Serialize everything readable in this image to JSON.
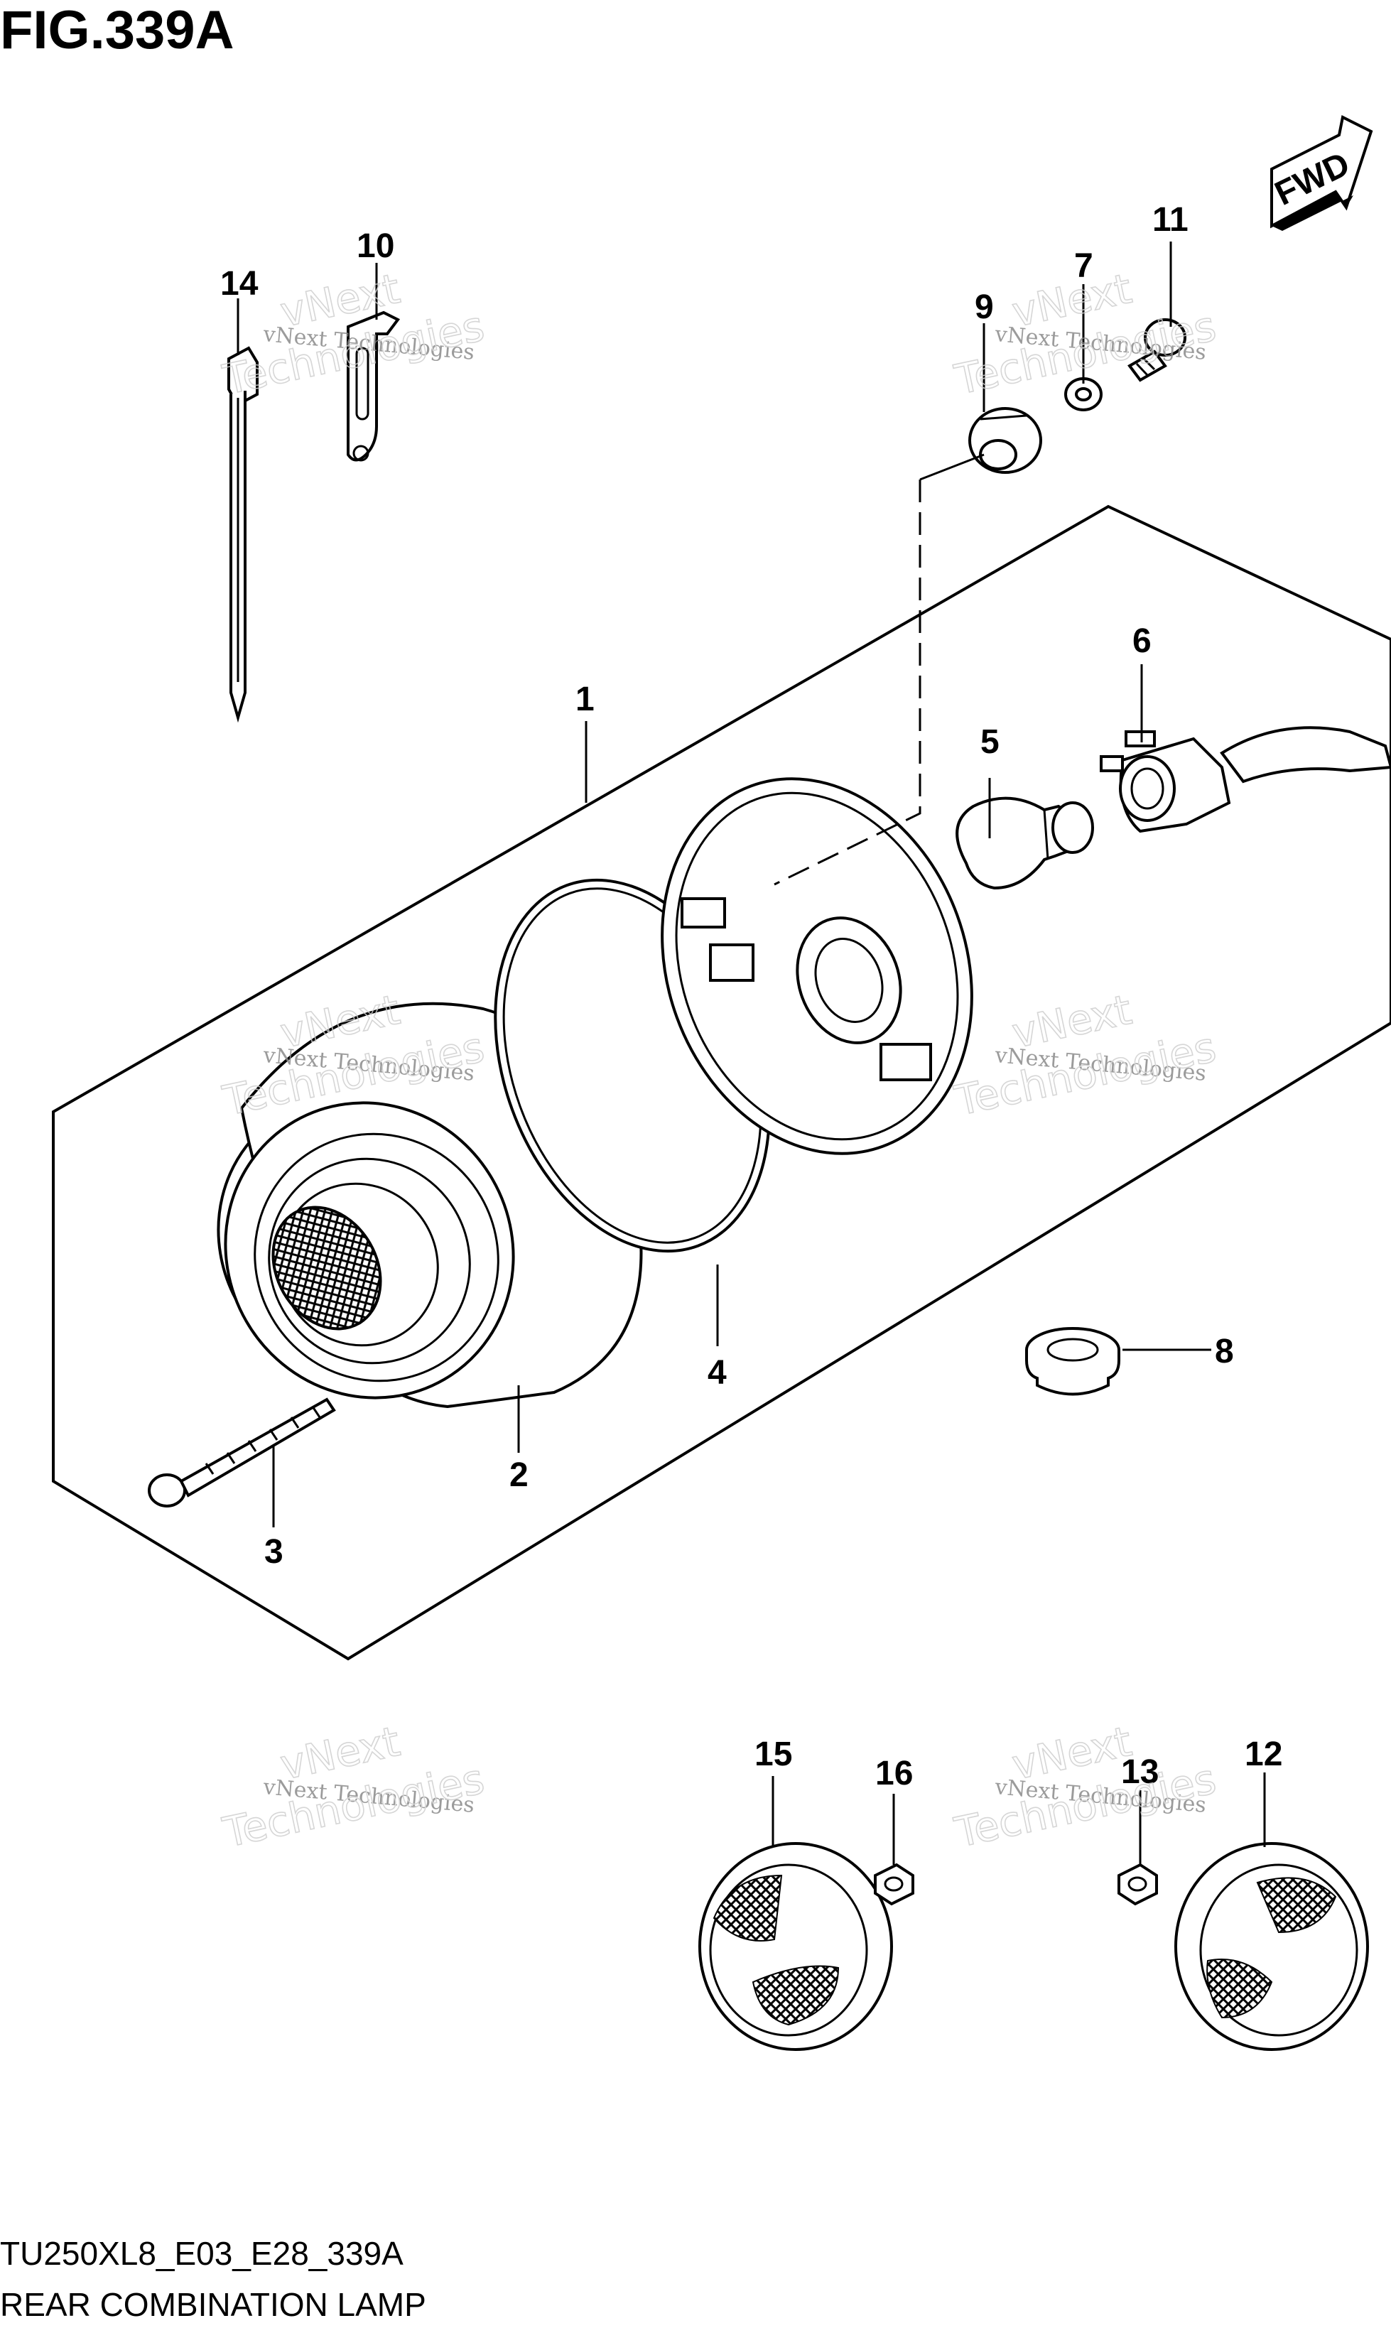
{
  "figure": {
    "title": "FIG.339A",
    "model_code": "TU250XL8_E03_E28_339A",
    "section_name": "REAR COMBINATION LAMP",
    "direction_label": "FWD"
  },
  "watermark": {
    "line1": "vNext Technologies",
    "line2": "vNext",
    "line3": "Technologies"
  },
  "callouts": {
    "p1": "1",
    "p2": "2",
    "p3": "3",
    "p4": "4",
    "p5": "5",
    "p6": "6",
    "p7": "7",
    "p8": "8",
    "p9": "9",
    "p10": "10",
    "p11": "11",
    "p12": "12",
    "p13": "13",
    "p14": "14",
    "p15": "15",
    "p16": "16"
  }
}
